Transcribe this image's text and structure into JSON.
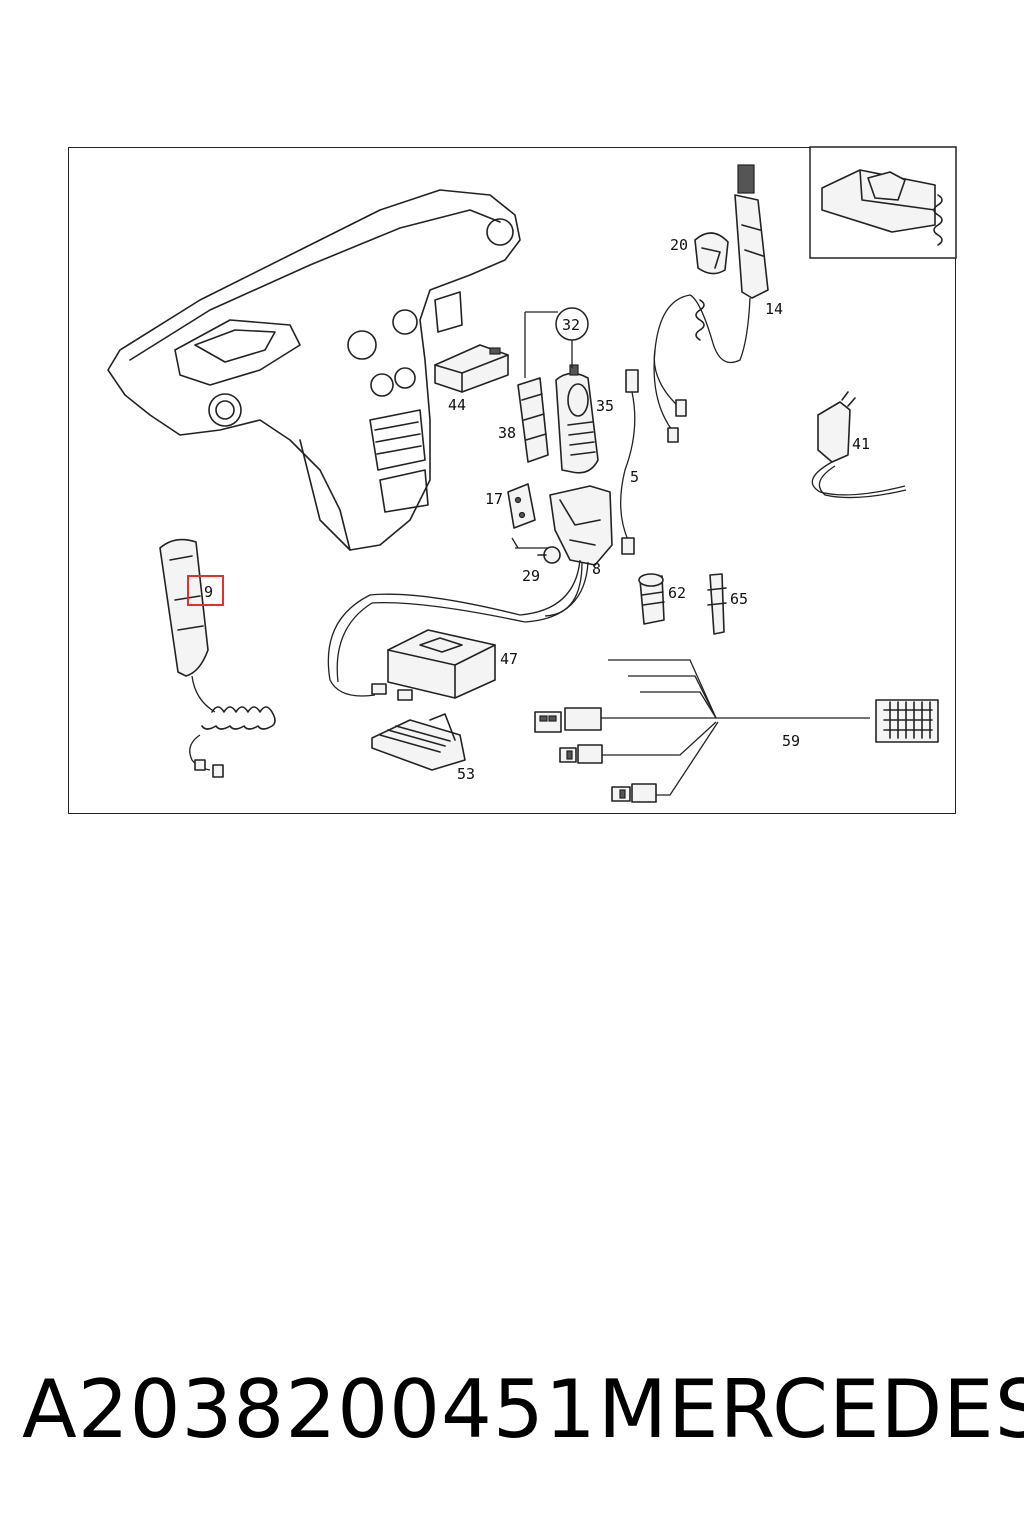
{
  "diagram": {
    "callouts": [
      "32",
      "20",
      "14",
      "44",
      "38",
      "35",
      "5",
      "41",
      "17",
      "29",
      "8",
      "62",
      "65",
      "47",
      "9",
      "53",
      "59"
    ],
    "highlighted_callout": "9",
    "highlight_color": "#e03030"
  },
  "footer": {
    "part_number": "A2038200451",
    "brand": "MERCEDES"
  }
}
